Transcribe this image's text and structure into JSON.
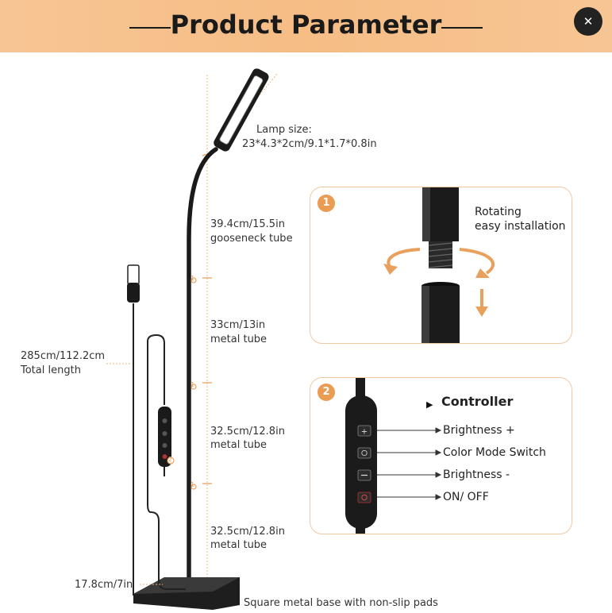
{
  "header": {
    "title": "Product Parameter",
    "accent_color": "#f6bd85",
    "close_icon": "close-icon"
  },
  "dimensions": {
    "lamp_size_title": "Lamp size:",
    "lamp_size_value": "23*4.3*2cm/9.1*1.7*0.8in",
    "gooseneck_value": "39.4cm/15.5in",
    "gooseneck_label": "gooseneck tube",
    "tube1_value": "33cm/13in",
    "tube1_label": "metal tube",
    "tube2_value": "32.5cm/12.8in",
    "tube2_label": "metal tube",
    "tube3_value": "32.5cm/12.8in",
    "tube3_label": "metal tube",
    "total_value": "285cm/112.2cm",
    "total_label": "Total length",
    "base_value": "17.8cm/7in",
    "base_label": "Square metal base with non-slip pads"
  },
  "panel1": {
    "number": "1",
    "line1": "Rotating",
    "line2": "easy installation"
  },
  "panel2": {
    "number": "2",
    "title": "Controller",
    "buttons": [
      "Brightness +",
      "Color Mode Switch",
      "Brightness -",
      "ON/ OFF"
    ]
  },
  "joint_labels": [
    "1",
    "1",
    "1"
  ],
  "cable_marker": "2"
}
